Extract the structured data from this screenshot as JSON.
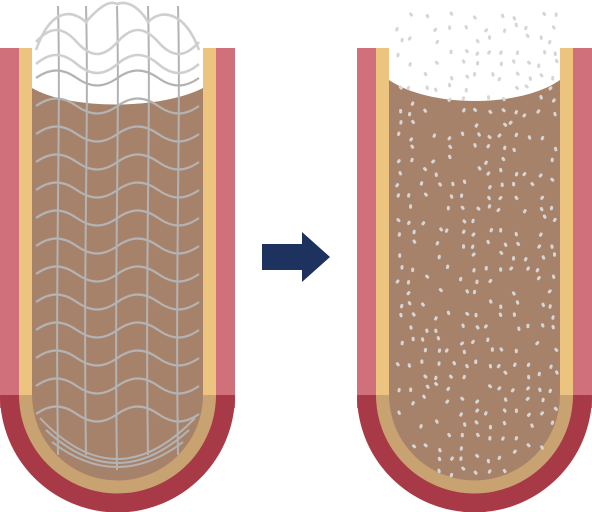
{
  "colors": {
    "outer_wall": "#d0707a",
    "inner_wall": "#ecc37f",
    "lumen": "#a7826a",
    "bottom_outer": "#a83946",
    "bottom_inner": "#c8a270",
    "stent_wire_top": "#cfcfcf",
    "stent_wire": "#b3b3b3",
    "dissolved_fragments": "#d6d6d6",
    "arrow": "#1e3260"
  },
  "panels": {
    "left": {
      "name": "vessel-with-intact-stent",
      "stent": "intact-mesh"
    },
    "right": {
      "name": "vessel-with-dissolved-stent",
      "stent": "fragmented"
    }
  },
  "arrow": {
    "icon": "right-arrow-icon",
    "direction": "right"
  }
}
